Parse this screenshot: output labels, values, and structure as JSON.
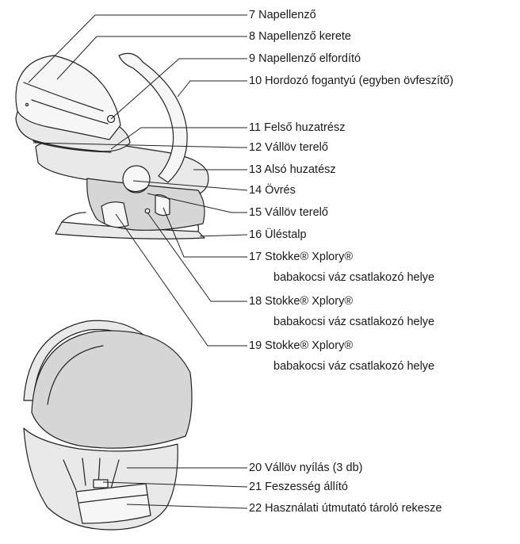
{
  "callouts": [
    {
      "number": "7",
      "text": "Napellenző"
    },
    {
      "number": "8",
      "text": "Napellenző kerete"
    },
    {
      "number": "9",
      "text": "Napellenző elfordító"
    },
    {
      "number": "10",
      "text": "Hordozó fogantyú (egyben övfeszítő)"
    },
    {
      "number": "11",
      "text": "Felső huzatrész"
    },
    {
      "number": "12",
      "text": "Vállöv terelő"
    },
    {
      "number": "13",
      "text": "Alsó huzatész"
    },
    {
      "number": "14",
      "text": "Övrés"
    },
    {
      "number": "15",
      "text": "Vállöv terelő"
    },
    {
      "number": "16",
      "text": "Üléstalp"
    },
    {
      "number": "17",
      "text": "Stokke® Xplory®",
      "text2": "babakocsi váz csatlakozó helye"
    },
    {
      "number": "18",
      "text": "Stokke® Xplory®",
      "text2": "babakocsi váz csatlakozó helye"
    },
    {
      "number": "19",
      "text": "Stokke® Xplory®",
      "text2": "babakocsi váz csatlakozó helye"
    },
    {
      "number": "20",
      "text": "Vállöv nyílás (3 db)"
    },
    {
      "number": "21",
      "text": "Feszesség állító"
    },
    {
      "number": "22",
      "text": "Használati útmutató tároló rekesze"
    }
  ]
}
